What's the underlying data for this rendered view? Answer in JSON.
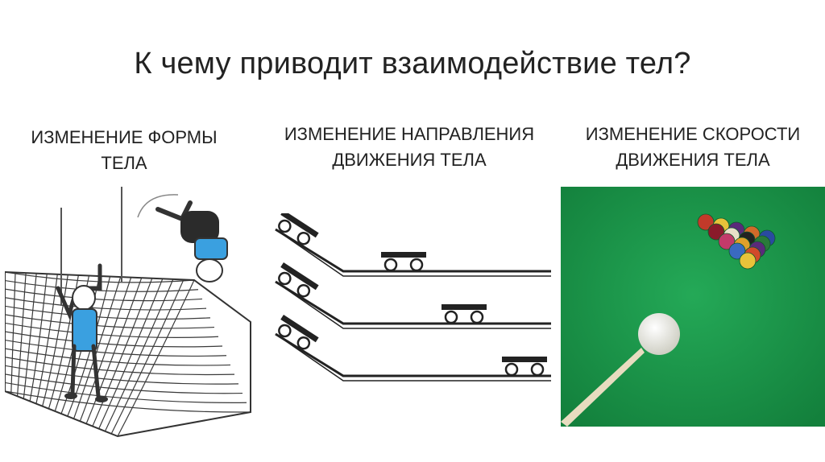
{
  "slide": {
    "title": "К чему приводит взаимодействие тел?",
    "captions": [
      {
        "line1": "ИЗМЕНЕНИЕ ФОРМЫ",
        "line2": "ТЕЛА"
      },
      {
        "line1": "ИЗМЕНЕНИЕ НАПРАВЛЕНИЯ",
        "line2": "ДВИЖЕНИЯ ТЕЛА"
      },
      {
        "line1": "ИЗМЕНЕНИЕ СКОРОСТИ",
        "line2": "ДВИЖЕНИЯ ТЕЛА"
      }
    ]
  },
  "colors": {
    "felt": "#1f9a4c",
    "shirt": "#3aa0e0",
    "cue_ball": "#f2f2ea"
  },
  "illustrations": [
    "trampoline-net-kids-illustration",
    "carts-on-slopes-illustration",
    "billiard-table-photo"
  ]
}
